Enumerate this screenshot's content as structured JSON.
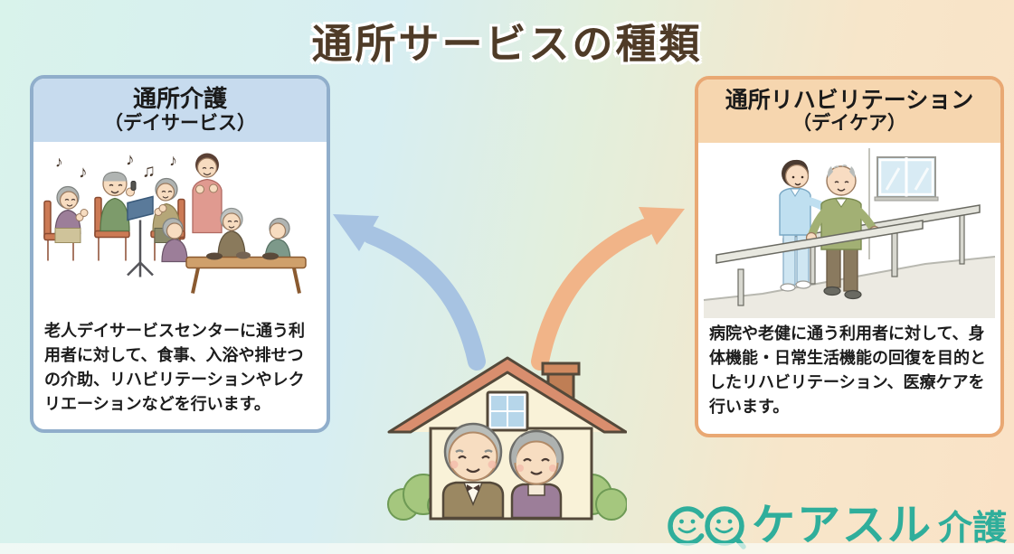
{
  "title": "通所サービスの種類",
  "left_box": {
    "title": "通所介護",
    "subtitle": "（デイサービス）",
    "description": "老人デイサービスセンターに通う利用者に対して、食事、入浴や排せつの介助、リハビリテーションやレクリエーションなどを行います。",
    "illustration": "elderly-group-singing-and-dining-at-day-service",
    "music_notes": [
      "♪",
      "♪",
      "♪",
      "♫",
      "♪"
    ],
    "colors": {
      "border": "#90aecb",
      "header_bg": "#c7dbee"
    }
  },
  "right_box": {
    "title": "通所リハビリテーション",
    "subtitle": "（デイケア）",
    "description": "病院や老健に通う利用者に対して、身体機能・日常生活機能の回復を目的としたリハビリテーション、医療ケアを行います。",
    "illustration": "therapist-assisting-elderly-man-at-parallel-bars",
    "colors": {
      "border": "#e9a873",
      "header_bg": "#f6d6af"
    }
  },
  "center_illustration": "house-with-elderly-couple",
  "arrows": {
    "to_left_color": "#a7c3e2",
    "to_right_color": "#f1b488"
  },
  "logo": {
    "icon": "double-smiley-faces",
    "text": "ケアスル",
    "suffix": "介護",
    "color": "#2fae9b"
  },
  "background": {
    "gradient_left": "#d9f3eb",
    "gradient_right": "#fae2c6"
  }
}
